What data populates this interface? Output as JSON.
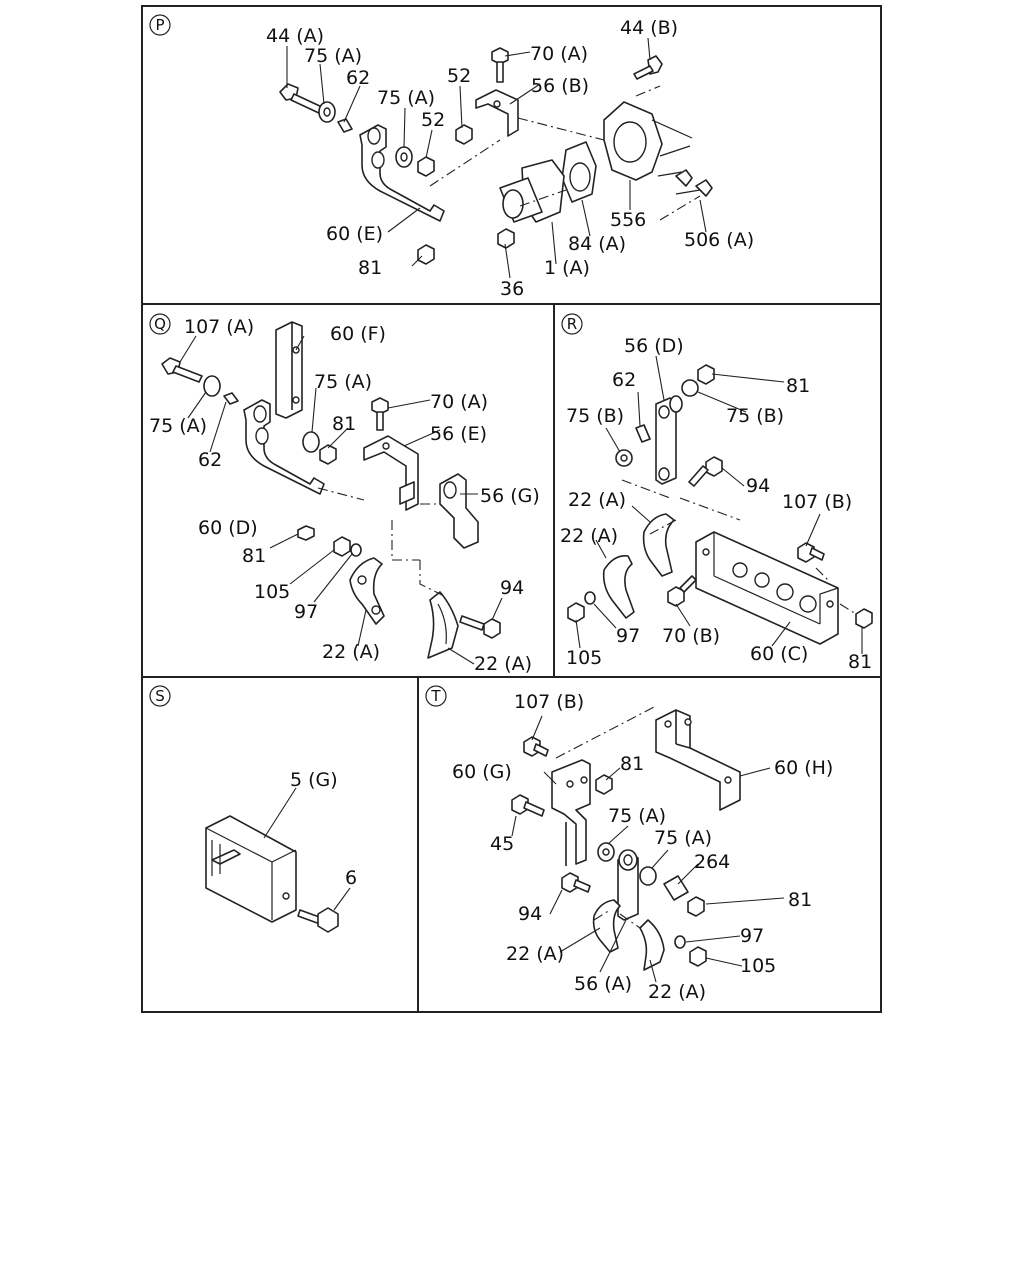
{
  "panels": [
    {
      "id": "P",
      "parts": [
        "44 (A)",
        "75 (A)",
        "62",
        "75 (A)",
        "52",
        "52",
        "70 (A)",
        "56 (B)",
        "44 (B)",
        "60 (E)",
        "81",
        "36",
        "1 (A)",
        "84 (A)",
        "556",
        "506 (A)"
      ]
    },
    {
      "id": "Q",
      "parts": [
        "107 (A)",
        "60 (F)",
        "75 (A)",
        "75 (A)",
        "62",
        "81",
        "70 (A)",
        "56 (E)",
        "56 (G)",
        "60 (D)",
        "81",
        "105",
        "97",
        "22 (A)",
        "94",
        "22 (A)"
      ]
    },
    {
      "id": "R",
      "parts": [
        "56 (D)",
        "62",
        "75 (B)",
        "81",
        "75 (B)",
        "94",
        "22 (A)",
        "107 (B)",
        "22 (A)",
        "97",
        "70 (B)",
        "105",
        "60 (C)",
        "81"
      ]
    },
    {
      "id": "S",
      "parts": [
        "5 (G)",
        "6"
      ]
    },
    {
      "id": "T",
      "parts": [
        "107 (B)",
        "60 (G)",
        "81",
        "60 (H)",
        "45",
        "75 (A)",
        "75 (A)",
        "264",
        "94",
        "81",
        "97",
        "22 (A)",
        "56 (A)",
        "105",
        "22 (A)"
      ]
    }
  ]
}
